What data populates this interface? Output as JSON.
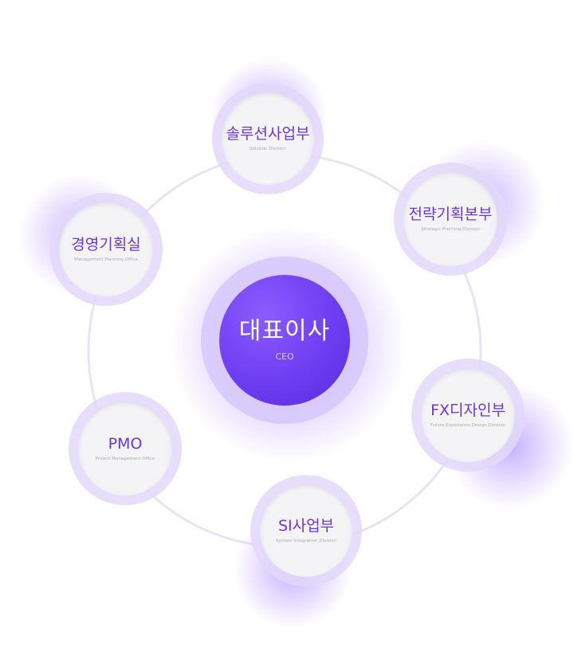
{
  "ceo": {
    "name": "대표이사",
    "en": "CEO"
  },
  "departments": [
    {
      "id": "solution",
      "name": "솔루션사업부",
      "en": "Solution Division"
    },
    {
      "id": "strategy",
      "name": "전략기획본부",
      "en": "Strategic Planning Division"
    },
    {
      "id": "fx",
      "name": "FX디자인부",
      "en": "Future Experience Design Division"
    },
    {
      "id": "si",
      "name": "SI사업부",
      "en": "System Integration Division"
    },
    {
      "id": "pmo",
      "name": "PMO",
      "en": "Project Management Office"
    },
    {
      "id": "management",
      "name": "경영기획실",
      "en": "Management Planning Office"
    }
  ],
  "colors": {
    "accent": "#6a35e6",
    "ring": "#e7e1f6",
    "node_outer": "#e2d8fa",
    "node_inner": "#f4f4f6",
    "ceo_fill": "#6d3df2"
  }
}
